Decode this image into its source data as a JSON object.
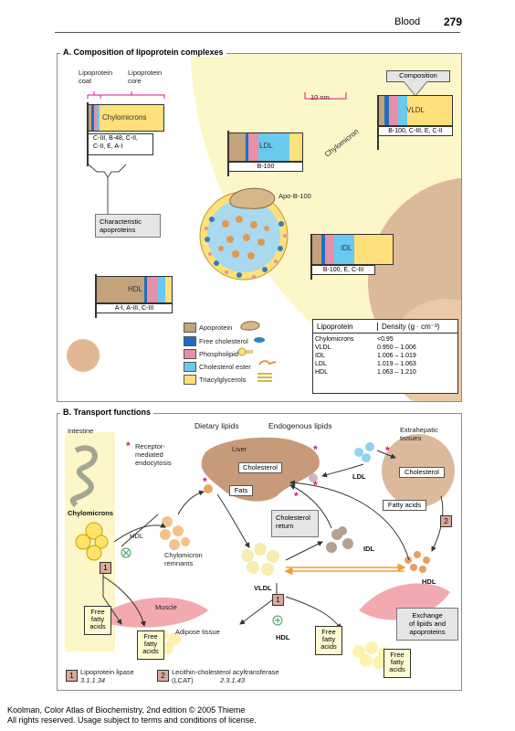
{
  "header": {
    "title": "Blood",
    "page": "279"
  },
  "panelA": {
    "title": "A. Composition of lipoprotein complexes",
    "coat_label": "Lipoprotein\ncoat",
    "core_label": "Lipoprotein\ncore",
    "scale_label": "10 nm",
    "composition_label": "Composition",
    "chylomicron_arc_label": "Chylomicron",
    "apo_b100_label": "Apo-B-100",
    "characteristic_label": "Characteristic\napoproteins",
    "lipoproteins": [
      {
        "name": "Chylomicrons",
        "apos": "C-III, B-48, C-II,\nC-II, E, A-I"
      },
      {
        "name": "LDL",
        "apos": "B-100"
      },
      {
        "name": "VLDL",
        "apos": "B-100, C-III, E, C-II"
      },
      {
        "name": "IDL",
        "apos": "B-100, E, C-III"
      },
      {
        "name": "HDL",
        "apos": "A-I, A-III, C-III"
      }
    ],
    "legend": [
      "Apoprotein",
      "Free cholesterol",
      "Phospholipid",
      "Cholesterol ester",
      "Triacylglycerols"
    ],
    "colors": {
      "apoprotein": "#c4a27c",
      "free_cholesterol": "#1e6fc0",
      "phospholipid": "#e68fa7",
      "cholesterol_ester": "#6ac9ee",
      "triacylglycerols": "#ffe07a",
      "panel_bg": "#fdf6c8",
      "liver": "#c79a7a",
      "magenta": "#e0117f"
    },
    "density_table": {
      "col1": "Lipoprotein",
      "col2": "Density (g · cm⁻³)",
      "rows": [
        {
          "name": "Chylomicrons",
          "value": "<0.95"
        },
        {
          "name": "VLDL",
          "value": "0.950 – 1.006"
        },
        {
          "name": "IDL",
          "value": "1.006 – 1.019"
        },
        {
          "name": "LDL",
          "value": "1.019 – 1.063"
        },
        {
          "name": "HDL",
          "value": "1.063 – 1.210"
        }
      ]
    }
  },
  "panelB": {
    "title": "B. Transport functions",
    "intestine": "Intestine",
    "dietary_lipids": "Dietary lipids",
    "endogenous_lipids": "Endogenous lipids",
    "extrahepatic": "Extrahepatic\ntissues",
    "receptor": "Receptor-\nmediated\nendocytosis",
    "liver": "Liver",
    "cholesterol_liver": "Cholesterol",
    "fats": "Fats",
    "ldl": "LDL",
    "cholesterol_tissue": "Cholesterol",
    "fatty_acids": "Fatty acids",
    "chylomicrons": "Chylomicrons",
    "hdl_left": "HDL",
    "chylomicron_remnants": "Chylomicron\nremnants",
    "cholesterol_return": "Cholesterol\nreturn",
    "idl": "IDL",
    "vldl": "VLDL",
    "hdl_right": "HDL",
    "muscle": "Muscle",
    "adipose": "Adipose tissue",
    "free_fatty_acids": "Free\nfatty\nacids",
    "exchange": "Exchange\nof lipids and\napoproteins",
    "hdl_bottom": "HDL",
    "enzyme1": "Lipoprotein lipase",
    "enzyme1_ec": "3.1.1.34",
    "enzyme2": "Lecithin-cholesterol acyltransferase\n(LCAT)",
    "enzyme2_ec": "2.3.1.43",
    "num1": "1",
    "num2": "2"
  },
  "footer": {
    "line1": "Koolman, Color Atlas of Biochemistry, 2nd edition © 2005 Thieme",
    "line2": "All rights reserved. Usage subject to terms and conditions of license."
  }
}
